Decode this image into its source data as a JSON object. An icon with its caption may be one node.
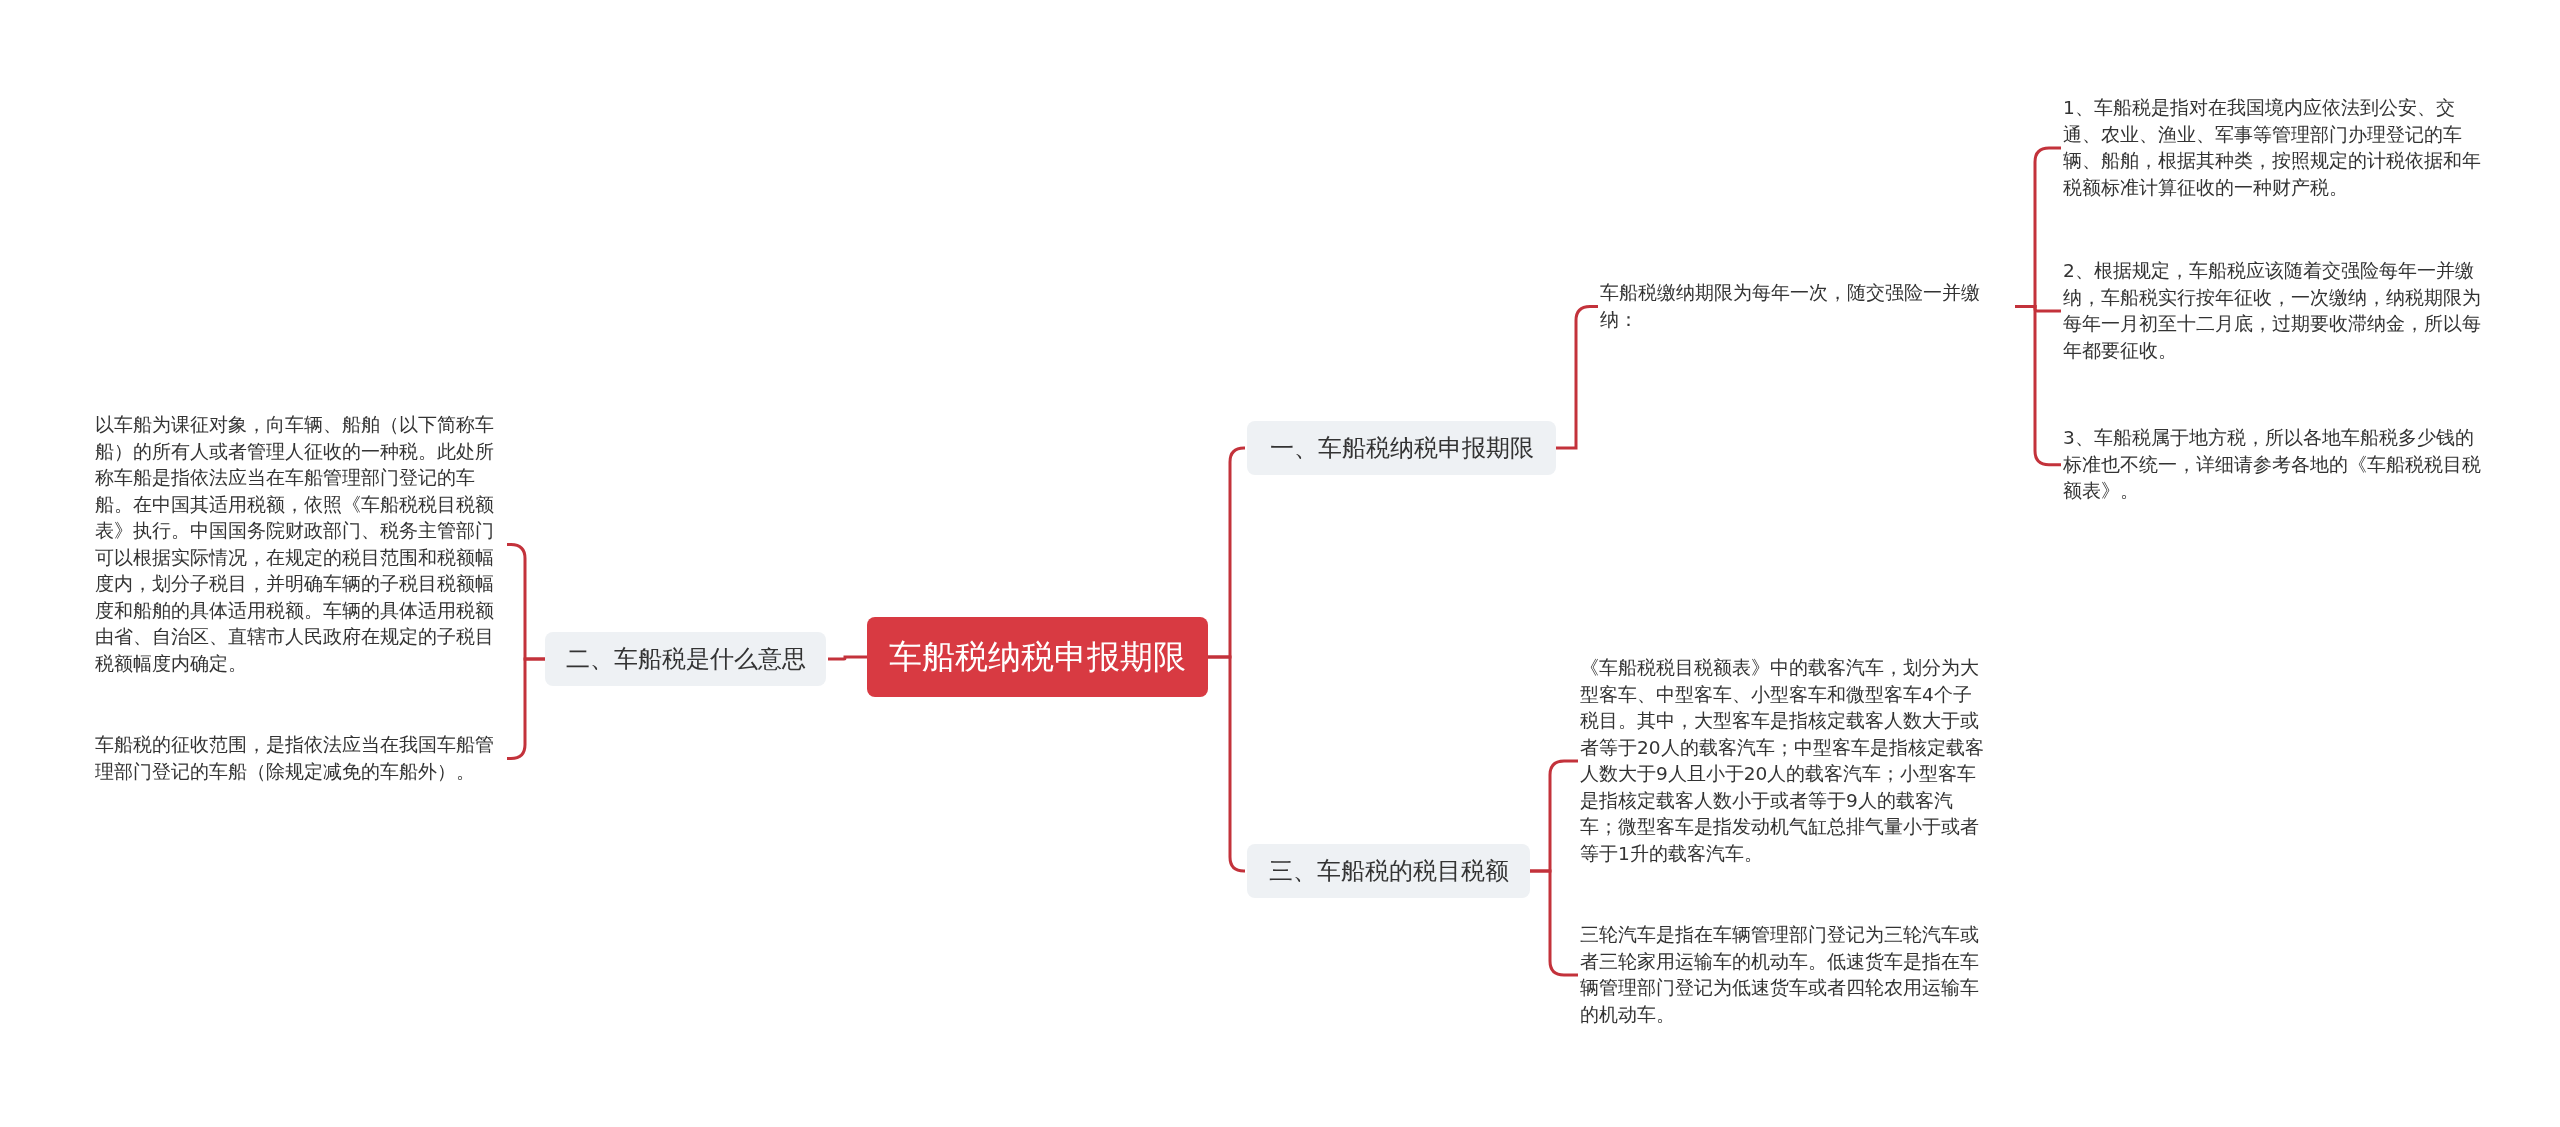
{
  "diagram": {
    "nodes": [
      {
        "text": [
          "车船税纳税申报期限"
        ]
      },
      {
        "text": [
          "一、车船税纳税申报期限"
        ]
      },
      {
        "text": [
          "二、车船税是什么意思"
        ]
      },
      {
        "text": [
          "三、车船税的税目税额"
        ]
      },
      {
        "text": [
          "车船税缴纳期限为每年一次，随交强险一并缴纳："
        ]
      },
      {
        "text": [
          "1、车船税是指对在我国境内应依法到公安、交通、农业、渔业、军事等管理部门办理登记的车辆、船舶，根据其种类，按照规定的计税依据和年税额标准计算征收的一种财产税。"
        ]
      },
      {
        "text": [
          "2、根据规定，车船税应该随着交强险每年一并缴纳，车船税实行按年征收，一次缴纳，纳税期限为每年一月初至十二月底，过期要收滞纳金，所以每年都要征收。"
        ]
      },
      {
        "text": [
          "3、车船税属于地方税，所以各地车船税多少钱的标准也不统一，详细请参考各地的《车船税税目税额表》。"
        ]
      },
      {
        "text": [
          "以车船为课征对象，向车辆、船舶（以下简称车船）的所有人或者管理人征收的一种税。此处所称车船是指依法应当在车船管理部门登记的车船。在中国其适用税额，依照《车船税税目税额表》执行。中国国务院财政部门、税务主管部门可以根据实际情况，在规定的税目范围和税额幅度内，划分子税目，并明确车辆的子税目税额幅度和船舶的具体适用税额。车辆的具体适用税额由省、自治区、直辖市人民政府在规定的子税目税额幅度内确定。"
        ]
      },
      {
        "text": [
          "车船税的征收范围，是指依法应当在我国车船管理部门登记的车船（除规定减免的车船外）。"
        ]
      },
      {
        "text": [
          "《车船税税目税额表》中的载客汽车，划分为大型客车、中型客车、小型客车和微型客车4个子税目。其中，大型客车是指核定载客人数大于或者等于20人的载客汽车；中型客车是指核定载客人数大于9人且小于20人的载客汽车；小型客车是指核定载客人数小于或者等于9人的载客汽车；微型客车是指发动机气缸总排气量小于或者等于1升的载客汽车。"
        ]
      },
      {
        "text": [
          "三轮汽车是指在车辆管理部门登记为三轮汽车或者三轮家用运输车的机动车。低速货车是指在车辆管理部门登记为低速货车或者四轮农用运输车的机动车。"
        ]
      }
    ],
    "edges": [
      {
        "from": 0,
        "to": 1,
        "arrow": "none"
      },
      {
        "from": 0,
        "to": 2,
        "arrow": "none"
      },
      {
        "from": 0,
        "to": 3,
        "arrow": "none"
      },
      {
        "from": 1,
        "to": 4,
        "arrow": "none"
      },
      {
        "from": 4,
        "to": 5,
        "arrow": "none"
      },
      {
        "from": 4,
        "to": 6,
        "arrow": "none"
      },
      {
        "from": 4,
        "to": 7,
        "arrow": "none"
      },
      {
        "from": 2,
        "to": 8,
        "arrow": "none"
      },
      {
        "from": 2,
        "to": 9,
        "arrow": "none"
      },
      {
        "from": 3,
        "to": 10,
        "arrow": "none"
      },
      {
        "from": 3,
        "to": 11,
        "arrow": "none"
      }
    ]
  }
}
